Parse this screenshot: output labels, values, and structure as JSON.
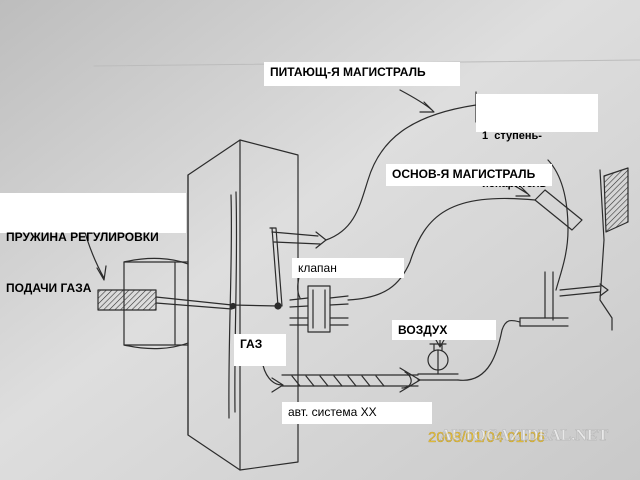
{
  "labels": {
    "feed_line": "ПИТАЮЩ-Я МАГИСТРАЛЬ",
    "stage1_line1": "1  ступень-",
    "stage1_line2": "испаритель",
    "main_line": "ОСНОВ-Я МАГИСТРАЛЬ",
    "spring_line1": "ПРУЖИНА РЕГУЛИРОВКИ",
    "spring_line2": "ПОДАЧИ ГАЗА",
    "valve": "клапан",
    "air": "ВОЗДУХ",
    "gas": "ГАЗ",
    "idle_system": "авт. система ХХ"
  },
  "stamp": {
    "date": "2008/01/04 01:06",
    "watermark": "AUTOGAZIDEAL.NET"
  },
  "colors": {
    "paper": "#dcdcdc",
    "ink": "#2c2c2c",
    "label_bg": "#ffffff",
    "date_stamp": "#e8c23a"
  }
}
